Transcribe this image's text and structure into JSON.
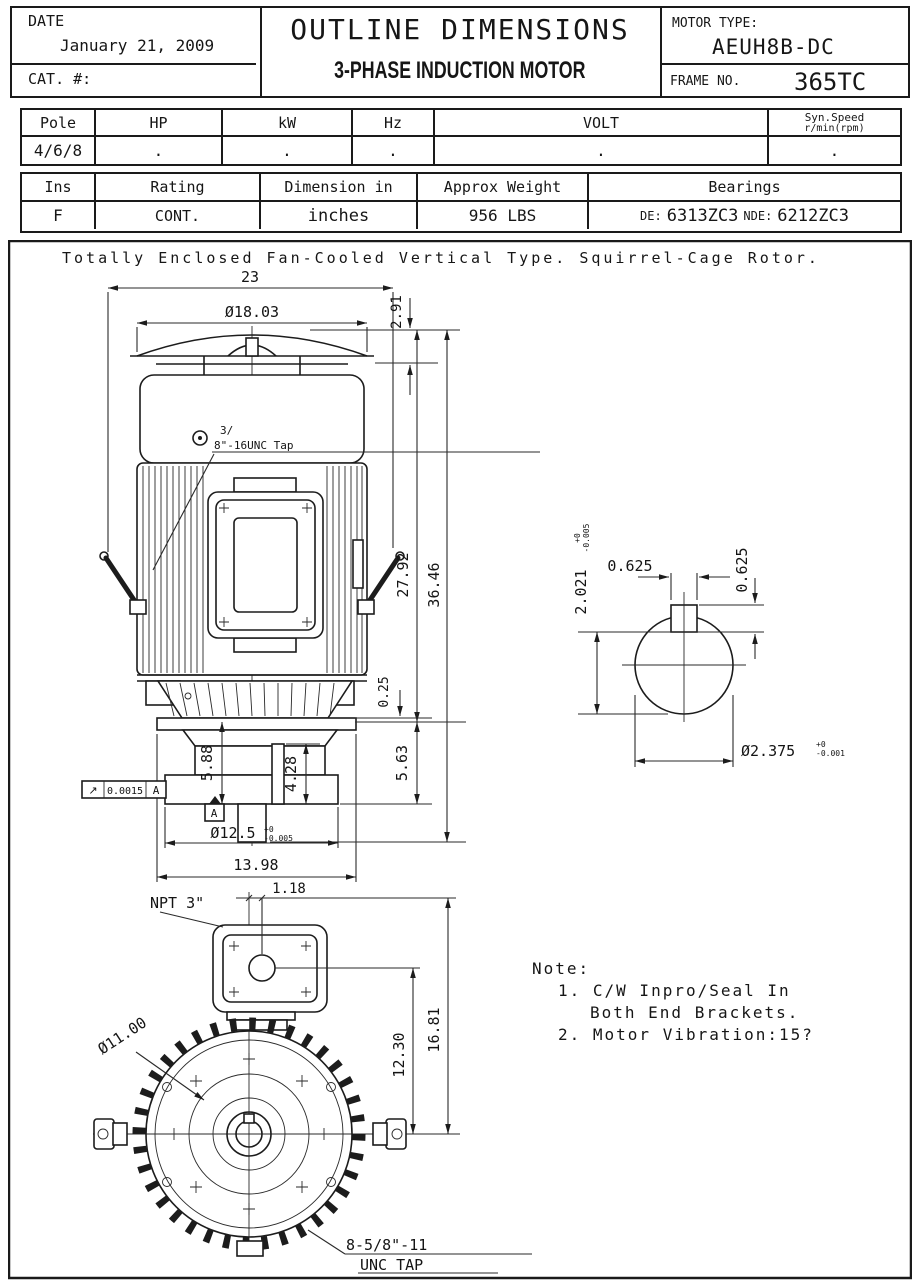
{
  "colors": {
    "ink": "#1a1a1a",
    "paper": "#ffffff"
  },
  "header": {
    "date_label": "DATE",
    "date_value": "January 21, 2009",
    "cat_label": "CAT. #:",
    "title": "OUTLINE DIMENSIONS",
    "subtitle": "3-PHASE INDUCTION MOTOR",
    "motor_type_label": "MOTOR TYPE:",
    "motor_type_value": "AEUH8B-DC",
    "frame_label": "FRAME NO.",
    "frame_value": "365TC"
  },
  "table1": {
    "col_pole": "Pole",
    "col_hp": "HP",
    "col_kw": "kW",
    "col_hz": "Hz",
    "col_volt": "VOLT",
    "col_syn1": "Syn.Speed",
    "col_syn2": "r/min(rpm)",
    "val_pole": "4/6/8",
    "val_hp": ".",
    "val_kw": ".",
    "val_hz": ".",
    "val_volt": ".",
    "val_syn": "."
  },
  "table2": {
    "col_ins": "Ins",
    "col_rating": "Rating",
    "col_dim": "Dimension in",
    "col_weight": "Approx Weight",
    "col_bearings": "Bearings",
    "val_ins": "F",
    "val_rating": "CONT.",
    "val_dim": "inches",
    "val_weight": "956 LBS",
    "val_de_label": "DE:",
    "val_de": "6313ZC3",
    "val_nde_label": "NDE:",
    "val_nde": "6212ZC3"
  },
  "caption": "Totally Enclosed Fan-Cooled Vertical Type. Squirrel-Cage Rotor.",
  "front": {
    "dim_width": "23",
    "dim_body_dia": "Ø18.03",
    "dim_top": "2.91",
    "dim_body_h": "27.92",
    "dim_total_h": "36.46",
    "dim_lip": "0.25",
    "dim_shaft_ext": "5.63",
    "dim_bracket": "5.88",
    "dim_boss_h": "4.28",
    "dim_pilot": "Ø12.5",
    "pilot_tol_plus": "+0",
    "pilot_tol_minus": "-0.005",
    "dim_base": "13.98",
    "fcf_symbol": "↗",
    "fcf_value": "0.0015",
    "fcf_datum": "A",
    "datum_label": "A",
    "tap_line1": "3/",
    "tap_line2": "8\"-16UNC Tap"
  },
  "key_detail": {
    "dim_key_w": "0.625",
    "dim_key_h": "0.625",
    "dim_depth": "2.021",
    "depth_tol_plus": "+0",
    "depth_tol_minus": "-0.005",
    "dim_dia": "Ø2.375",
    "dia_tol_plus": "+0",
    "dia_tol_minus": "-0.001"
  },
  "bottom": {
    "npt": "NPT 3\"",
    "dim_offset": "1.18",
    "dim_bc": "Ø11.00",
    "dim_h1": "12.30",
    "dim_h2": "16.81",
    "tap_line1": "8-5/8\"-11",
    "tap_line2": "UNC TAP"
  },
  "note": {
    "title": "Note:",
    "line1": "1. C/W Inpro/Seal In",
    "line2": "Both End Brackets.",
    "line3": "2. Motor Vibration:15?"
  }
}
